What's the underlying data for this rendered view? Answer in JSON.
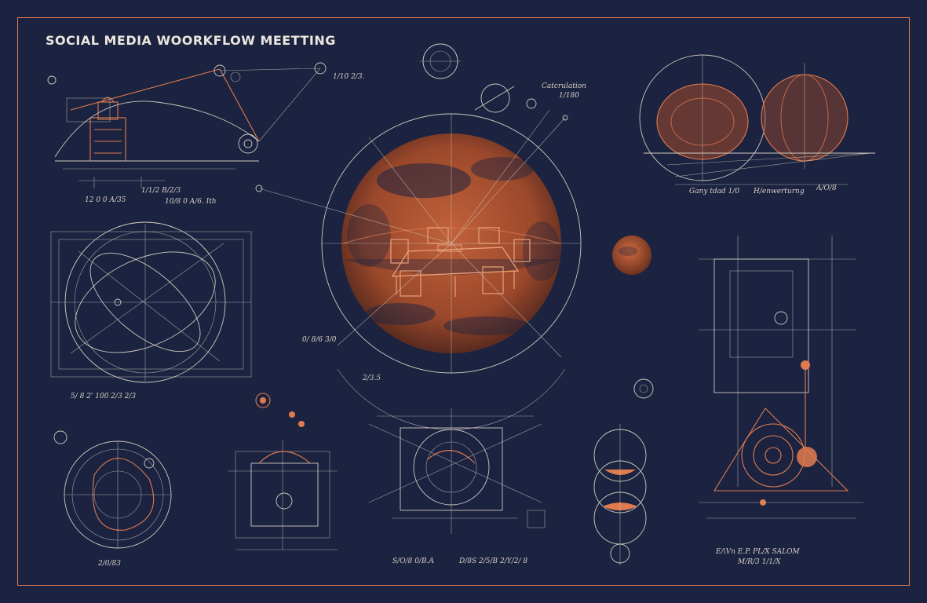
{
  "title": "SOCIAL MEDIA WOORKFLOW MEETTING",
  "colors": {
    "background": "#1b2340",
    "accent": "#e07b4f",
    "line": "#cfc8be"
  },
  "annotations": {
    "top_center_a": "Catcrulation",
    "top_center_b": "1/180",
    "top_left_a": "1/10 2/3.",
    "top_left_b": "1/1/2 B/2/3",
    "top_left_c": "12 0 0 A/35",
    "top_left_d": "10/8 0 A/6. Ith",
    "top_right_a": "Gany tdad 1/0",
    "top_right_b": "H/enwerturng",
    "top_right_c": "A/O/8",
    "mid_left_a": "5/ 8 2' 100 2/3 2/3",
    "center_a": "0/ 8/6 3/0",
    "center_b": "2/3.5",
    "center_bottom_a": "S/O/8 0/B.A",
    "center_bottom_b": "D/8S 2/5/B 2/Y/2/ 8",
    "bottom_left_a": "2/0/83",
    "bottom_right_a": "E/\\Vn E.P. PL/X SALOM",
    "bottom_right_b": "M/R/3 1/1/X"
  }
}
